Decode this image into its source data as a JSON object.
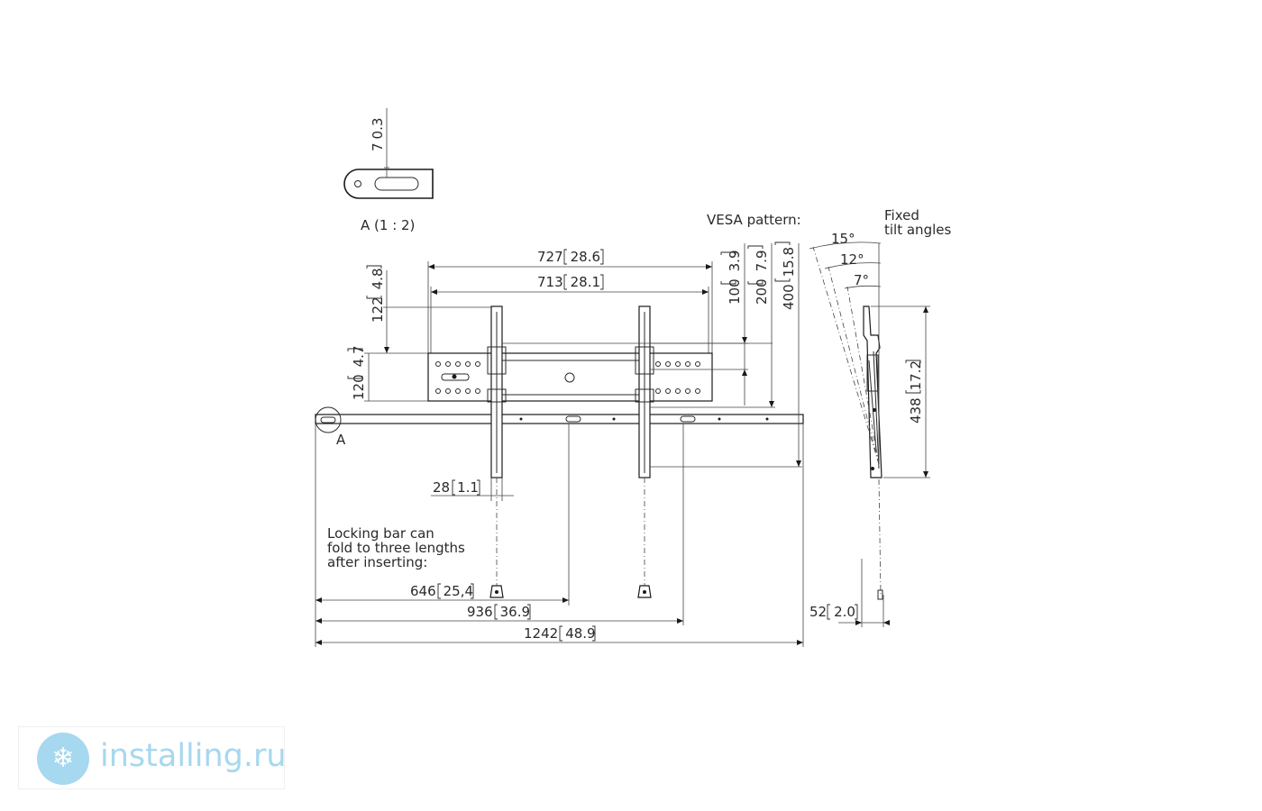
{
  "detail": {
    "slot_height": "7",
    "slot_height_in": "0.3",
    "label": "A (1 : 2)"
  },
  "vesa": {
    "title": "VESA pattern:",
    "v100": "100",
    "v100_in": "3.9",
    "v200": "200",
    "v200_in": "7.9",
    "v400": "400",
    "v400_in": "15.8"
  },
  "tilt": {
    "title_line1": "Fixed",
    "title_line2": "tilt angles",
    "a15": "15°",
    "a12": "12°",
    "a7": "7°"
  },
  "front": {
    "w727": "727",
    "w727_in": "28.6",
    "w713": "713",
    "w713_in": "28.1",
    "h122": "122",
    "h122_in": "4.8",
    "h120": "120",
    "h120_in": "4.7",
    "ref_a": "A",
    "d28": "28",
    "d28_in": "1.1"
  },
  "note": {
    "line1": "Locking bar can",
    "line2": "fold to three lengths",
    "line3": "after inserting:"
  },
  "bar_lengths": {
    "l646": "646",
    "l646_in": "25,4",
    "l936": "936",
    "l936_in": "36.9",
    "l1242": "1242",
    "l1242_in": "48.9"
  },
  "side": {
    "h438": "438",
    "h438_in": "17.2",
    "d52": "52",
    "d52_in": "2.0"
  },
  "watermark": {
    "text": "installing.ru",
    "logo_glyph": "❄"
  }
}
